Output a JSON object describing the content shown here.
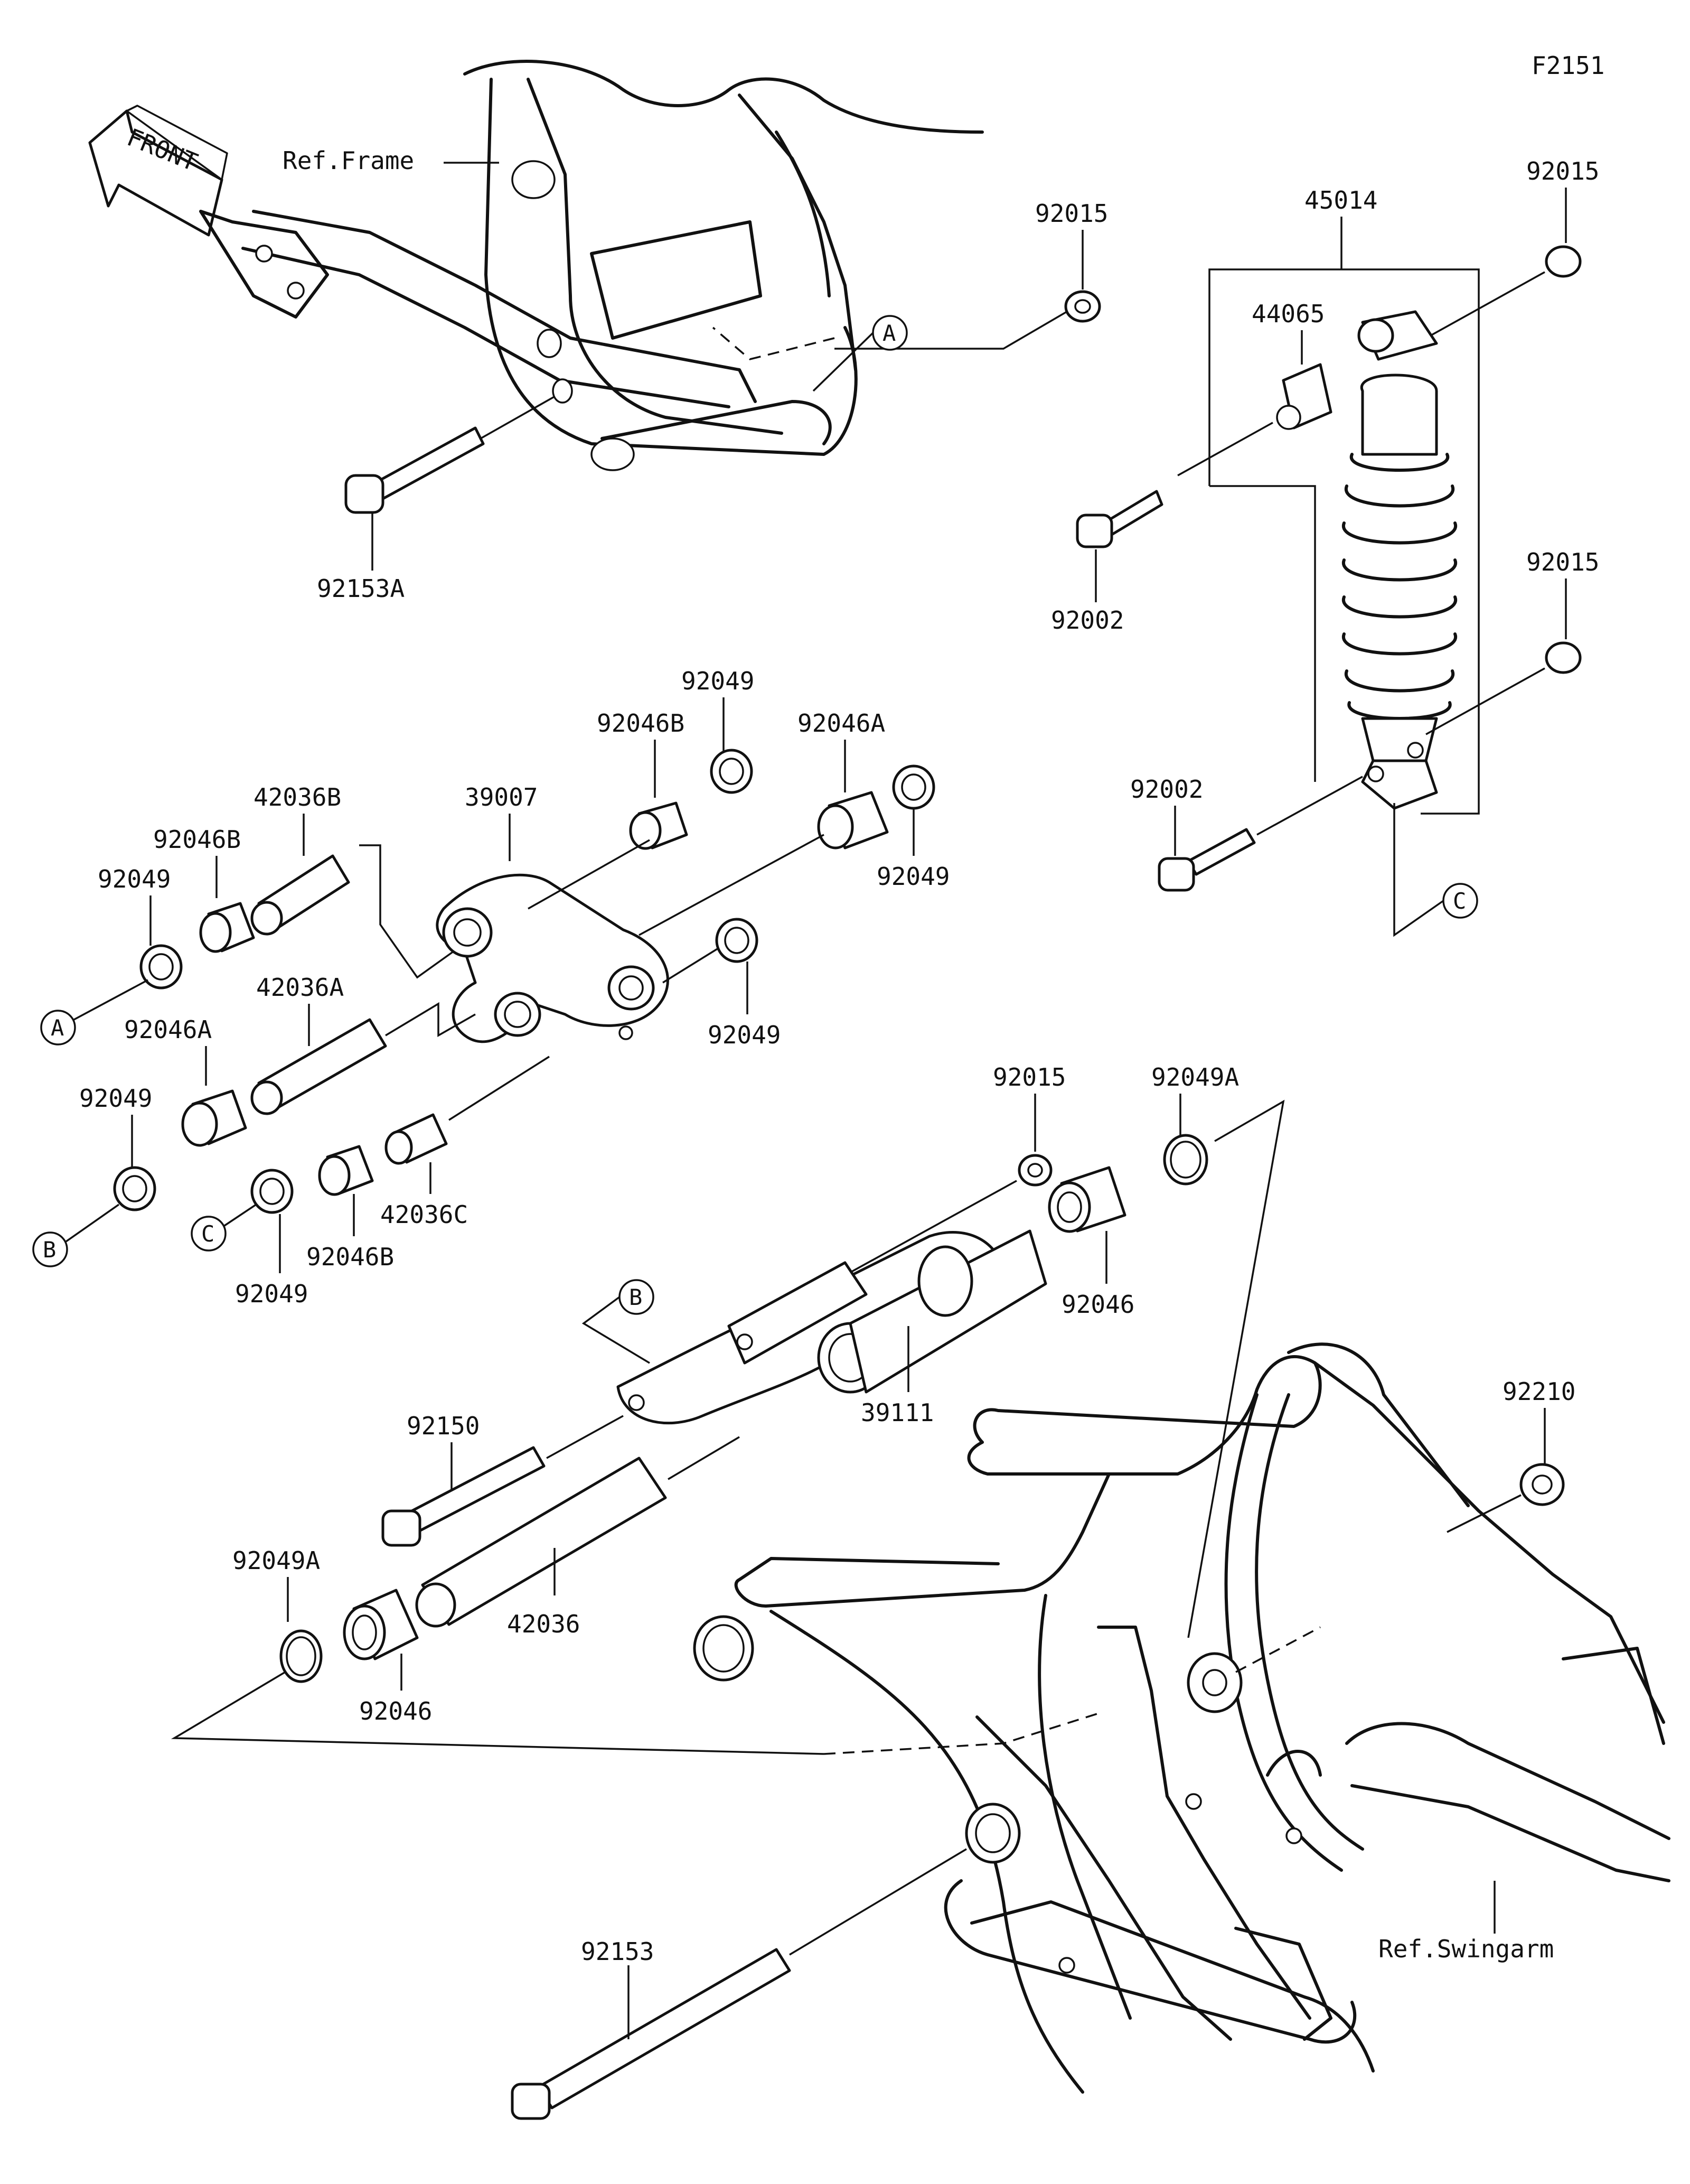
{
  "figure_code": "F2151",
  "front_arrow_text": "FRONT",
  "refs": {
    "frame": "Ref.Frame",
    "swingarm": "Ref.Swingarm"
  },
  "callouts": [
    "A",
    "B",
    "C"
  ],
  "parts": {
    "p92015_top": "92015",
    "p45014": "45014",
    "p92015_right_top": "92015",
    "p44065": "44065",
    "p92153A": "92153A",
    "p92002_top": "92002",
    "p92015_right_mid": "92015",
    "p92049_a": "92049",
    "p92046B_a": "92046B",
    "p92046A_a": "92046A",
    "p42036B": "42036B",
    "p39007": "39007",
    "p92002_bottom": "92002",
    "p92046B_left": "92046B",
    "p92049_left": "92049",
    "p92049_right": "92049",
    "p42036A": "42036A",
    "p92049_mid": "92049",
    "p92046A_left": "92046A",
    "p92015_mid": "92015",
    "p92049A_top": "92049A",
    "p92049_b": "92049",
    "p42036C": "42036C",
    "p92046B_bottom": "92046B",
    "p92049_c": "92049",
    "p92046_right": "92046",
    "p39111": "39111",
    "p92210": "92210",
    "p92150": "92150",
    "p92049A_bottom": "92049A",
    "p42036": "42036",
    "p92046_bottom": "92046",
    "p92153": "92153"
  }
}
